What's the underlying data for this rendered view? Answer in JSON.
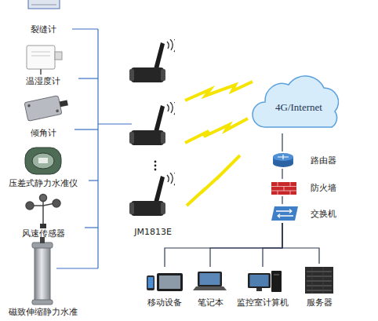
{
  "diagram": {
    "nodes": [
      {
        "text": [
          "裂缝计"
        ]
      },
      {
        "text": [
          "温湿度计"
        ]
      },
      {
        "text": [
          "倾角计"
        ]
      },
      {
        "text": [
          "压差式静力水准仪"
        ]
      },
      {
        "text": [
          "风速传感器"
        ]
      },
      {
        "text": [
          "磁致伸缩静力水准"
        ]
      },
      {
        "text": [
          "JM1813E"
        ]
      },
      {
        "text": [
          "4G/Internet"
        ]
      },
      {
        "text": [
          "路由器"
        ]
      },
      {
        "text": [
          "防火墙"
        ]
      },
      {
        "text": [
          "交换机"
        ]
      },
      {
        "text": [
          "移动设备"
        ]
      },
      {
        "text": [
          "笔记本"
        ]
      },
      {
        "text": [
          "监控室计算机"
        ]
      },
      {
        "text": [
          "服务器"
        ]
      }
    ],
    "edges": [
      {
        "from": 7,
        "to": 8,
        "arrow": "none"
      },
      {
        "from": 8,
        "to": 9,
        "arrow": "none"
      },
      {
        "from": 9,
        "to": 10,
        "arrow": "none"
      },
      {
        "from": 10,
        "to": 11,
        "arrow": "none"
      },
      {
        "from": 10,
        "to": 12,
        "arrow": "none"
      },
      {
        "from": 10,
        "to": 13,
        "arrow": "none"
      },
      {
        "from": 10,
        "to": 14,
        "arrow": "none"
      }
    ]
  }
}
